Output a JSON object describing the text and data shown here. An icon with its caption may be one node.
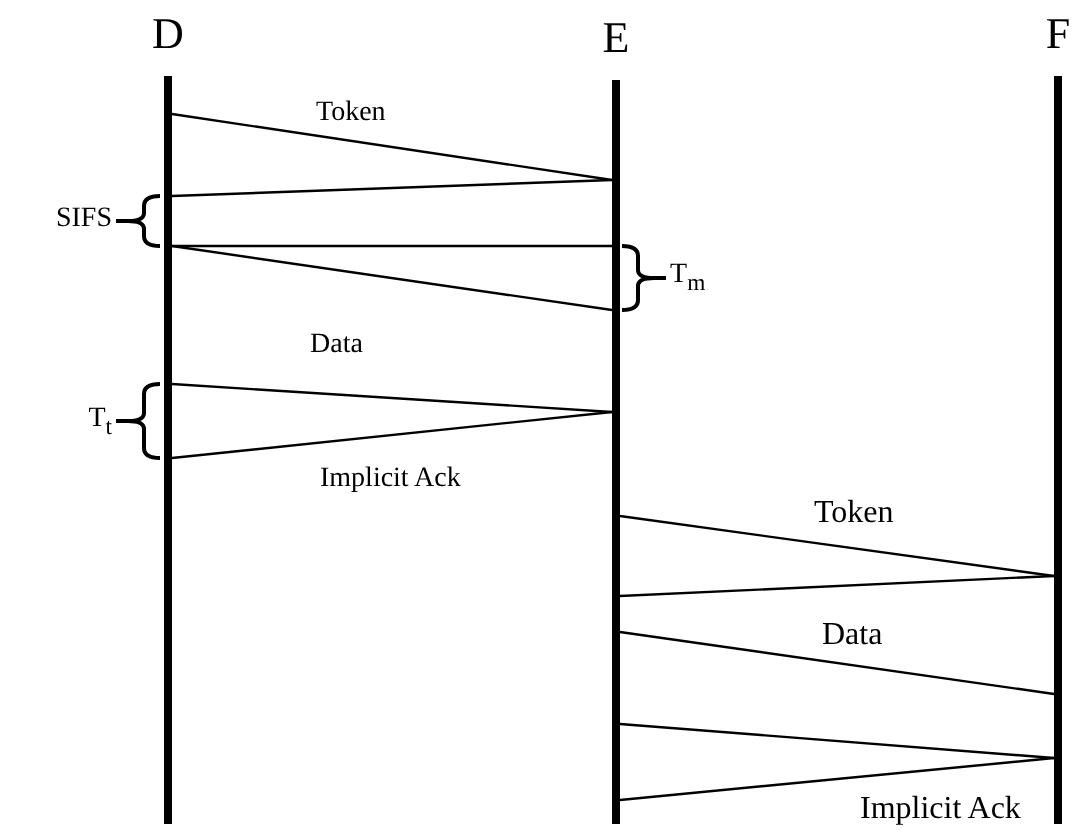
{
  "diagram": {
    "nodes": [
      {
        "text": [
          "D"
        ]
      },
      {
        "text": [
          "E"
        ]
      },
      {
        "text": [
          "F"
        ]
      }
    ],
    "edges": [
      {
        "from": 0,
        "to": 1,
        "arrow": "none",
        "label": "Token"
      },
      {
        "from": 1,
        "to": 0,
        "arrow": "none"
      },
      {
        "from": 0,
        "to": 1,
        "arrow": "none"
      },
      {
        "from": 0,
        "to": 1,
        "arrow": "none",
        "label": "Data"
      },
      {
        "from": 0,
        "to": 1,
        "arrow": "none"
      },
      {
        "from": 1,
        "to": 0,
        "arrow": "none",
        "label": "Implicit Ack"
      },
      {
        "from": 1,
        "to": 2,
        "arrow": "none",
        "label": "Token"
      },
      {
        "from": 2,
        "to": 1,
        "arrow": "none"
      },
      {
        "from": 1,
        "to": 2,
        "arrow": "none",
        "label": "Data"
      },
      {
        "from": 1,
        "to": 2,
        "arrow": "none"
      },
      {
        "from": 2,
        "to": 1,
        "arrow": "none",
        "label": "Implicit Ack"
      }
    ],
    "labels": [
      "SIFS",
      "T$_{m}$",
      "T$_{t}$"
    ]
  }
}
